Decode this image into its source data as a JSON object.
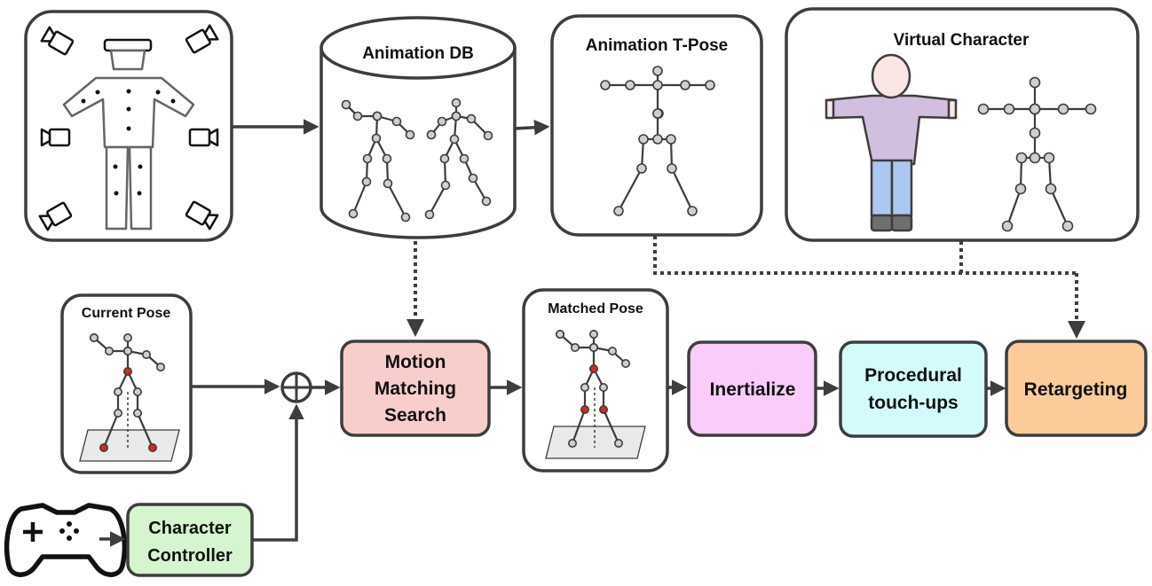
{
  "labels": {
    "animation_db": "Animation DB",
    "animation_tpose": "Animation T-Pose",
    "virtual_character": "Virtual Character",
    "current_pose": "Current Pose",
    "matched_pose": "Matched Pose"
  },
  "process_boxes": {
    "motion_matching": {
      "lines": [
        "Motion",
        "Matching",
        "Search"
      ],
      "color": "#f8cecc"
    },
    "inertialize": {
      "lines": [
        "Inertialize"
      ],
      "color": "#f9ccf9"
    },
    "procedural": {
      "lines": [
        "Procedural",
        "touch-ups"
      ],
      "color": "#d3fbfb"
    },
    "retargeting": {
      "lines": [
        "Retargeting"
      ],
      "color": "#fbcc99"
    },
    "character_controller": {
      "lines": [
        "Character",
        "Controller"
      ],
      "color": "#d5f5cf"
    }
  },
  "colors": {
    "stroke": "#3d3d3d",
    "joint_fill": "#cfcfcf",
    "joint_highlight": "#d9281e",
    "shirt": "#d2bedf",
    "pants": "#abc8f1",
    "skin": "#fbe6e6",
    "shoes": "#6f6f6f",
    "ground": "#e9e9e9"
  },
  "icons": [
    "motion-capture-camera-icon",
    "mocap-suit-actor-icon",
    "gamepad-icon",
    "summing-junction-icon"
  ]
}
